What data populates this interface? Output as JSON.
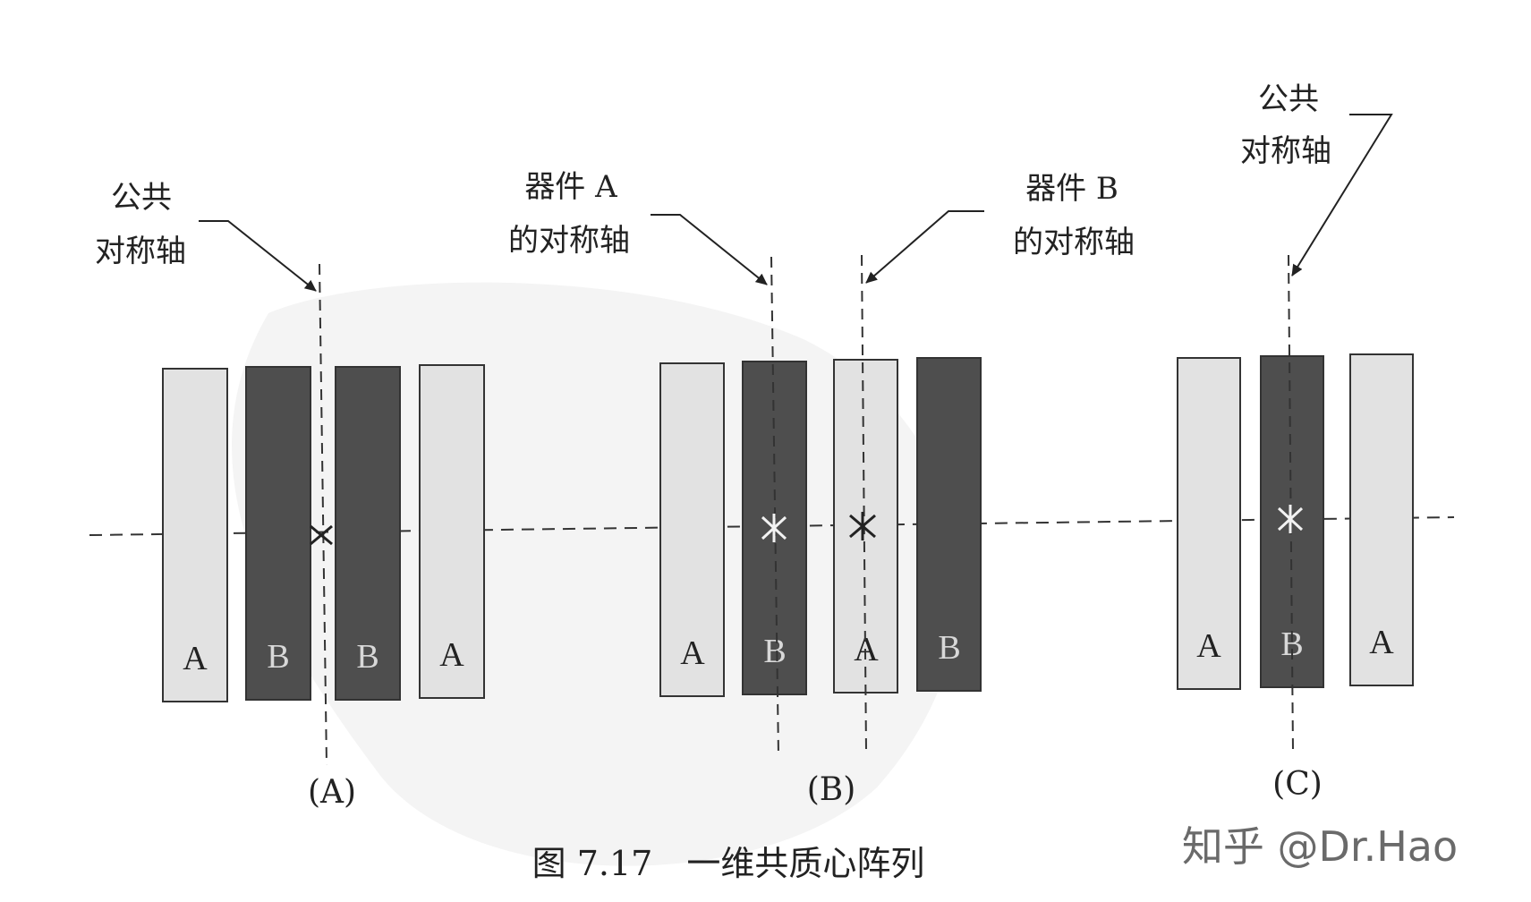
{
  "colors": {
    "device_a": "#e2e2e2",
    "device_b": "#4e4e4e",
    "ink": "#222222",
    "letter_on_dark": "#d8d8d8"
  },
  "labels": {
    "common_axis_line1": "公共",
    "common_axis_line2": "对称轴",
    "device_a_axis_line1": "器件 A",
    "device_a_axis_line2": "的对称轴",
    "device_b_axis_line1": "器件 B",
    "device_b_axis_line2": "的对称轴"
  },
  "groups": [
    {
      "id": "A",
      "sublabel": "(A)",
      "devices": [
        "A",
        "B",
        "B",
        "A"
      ]
    },
    {
      "id": "B",
      "sublabel": "(B)",
      "devices": [
        "A",
        "B",
        "A",
        "B"
      ]
    },
    {
      "id": "C",
      "sublabel": "(C)",
      "devices": [
        "A",
        "B",
        "A"
      ]
    }
  ],
  "caption": "图 7.17　一维共质心阵列",
  "watermark": "知乎 @Dr.Hao"
}
